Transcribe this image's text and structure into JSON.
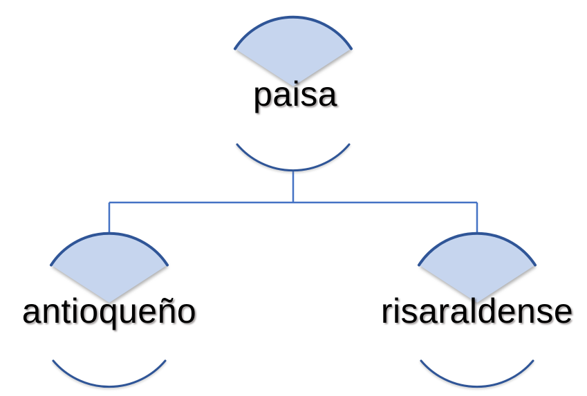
{
  "diagram": {
    "type": "tree",
    "root": {
      "label": "paisa"
    },
    "children": [
      {
        "label": "antioqueño"
      },
      {
        "label": "risaraldense"
      }
    ],
    "colors": {
      "background": "#ffffff",
      "fan_fill": "#c6d5ee",
      "arc_stroke": "#2f5597",
      "connector": "#4472c4",
      "label_text": "#000000"
    }
  }
}
